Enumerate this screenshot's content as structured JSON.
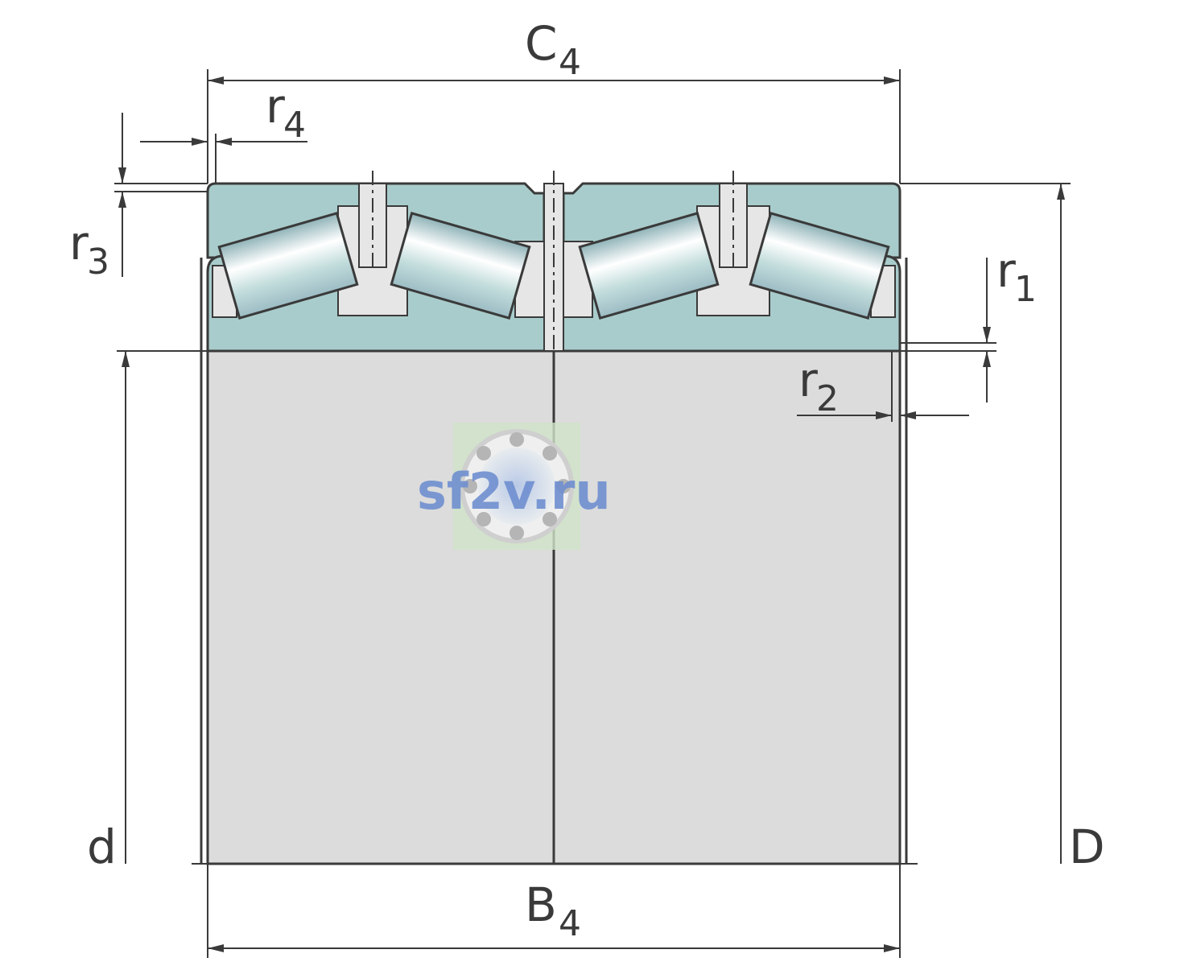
{
  "colors": {
    "outline": "#3a3a3a",
    "ring_fill": "#a8cccb",
    "bore_fill": "#dcdcdc",
    "cage_fill": "#e6e6e6",
    "roller_light": "#ffffff",
    "roller_mid": "#c4dedd",
    "roller_dark": "#8fb3b8",
    "watermark_text": "#6f8fd0",
    "watermark_bg": "#cfe3c8"
  },
  "labels": {
    "C": "C",
    "C_sub": "4",
    "B": "B",
    "B_sub": "4",
    "r1": "r",
    "r1_sub": "1",
    "r2": "r",
    "r2_sub": "2",
    "r3": "r",
    "r3_sub": "3",
    "r4": "r",
    "r4_sub": "4",
    "d": "d",
    "D": "D"
  },
  "watermark": {
    "text": "sf2v.ru",
    "icon": "bearing-logo-icon"
  }
}
